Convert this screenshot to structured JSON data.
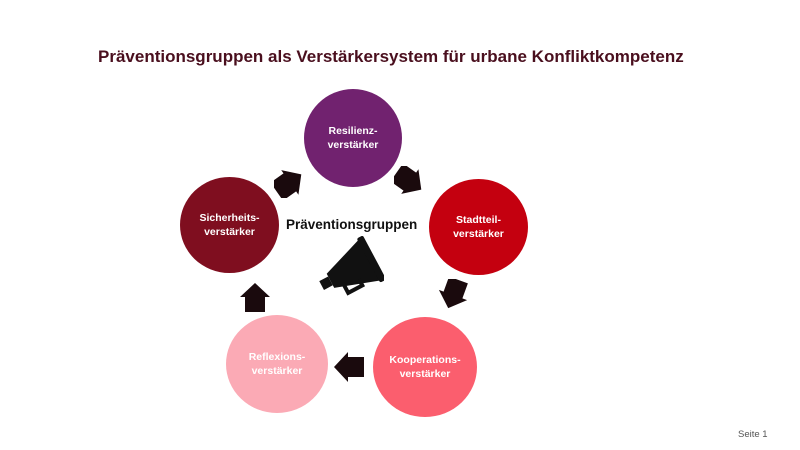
{
  "title": "Präventionsgruppen als Verstärkersystem für urbane Konfliktkompetenz",
  "center": {
    "label": "Präventionsgruppen",
    "icon": "megaphone-icon"
  },
  "nodes": [
    {
      "id": "resilienz",
      "line1": "Resilienz-",
      "line2": "verstärker",
      "color": "#71226f"
    },
    {
      "id": "stadtteil",
      "line1": "Stadtteil-",
      "line2": "verstärker",
      "color": "#c4000f"
    },
    {
      "id": "kooperation",
      "line1": "Kooperations-",
      "line2": "verstärker",
      "color": "#fb5e6e"
    },
    {
      "id": "reflexion",
      "line1": "Reflexions-",
      "line2": "verstärker",
      "color": "#fbaab5"
    },
    {
      "id": "sicherheit",
      "line1": "Sicherheits-",
      "line2": "verstärker",
      "color": "#7f0e1f"
    }
  ],
  "cycle": [
    {
      "from": "resilienz",
      "to": "stadtteil"
    },
    {
      "from": "stadtteil",
      "to": "kooperation"
    },
    {
      "from": "kooperation",
      "to": "reflexion"
    },
    {
      "from": "reflexion",
      "to": "sicherheit"
    },
    {
      "from": "sicherheit",
      "to": "resilienz"
    }
  ],
  "arrow_color": "#1a0a0d",
  "page": {
    "label": "Seite 1"
  }
}
